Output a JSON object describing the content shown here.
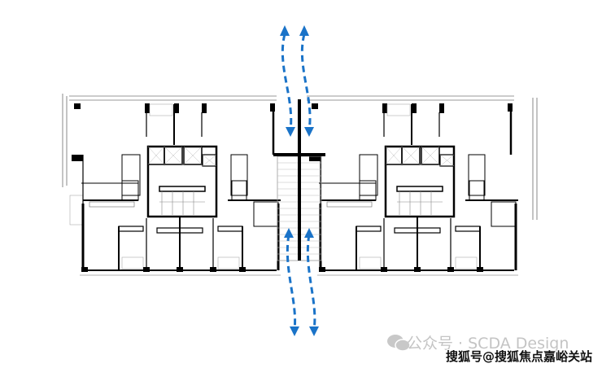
{
  "diagram": {
    "type": "architectural-floor-plan",
    "arrow_color": "#1a73c8",
    "wall_color": "#000000"
  },
  "watermark": {
    "icon": "wechat-icon",
    "account": "公众号 · SCDA Design",
    "source": "搜狐号@搜狐焦点嘉峪关站"
  }
}
